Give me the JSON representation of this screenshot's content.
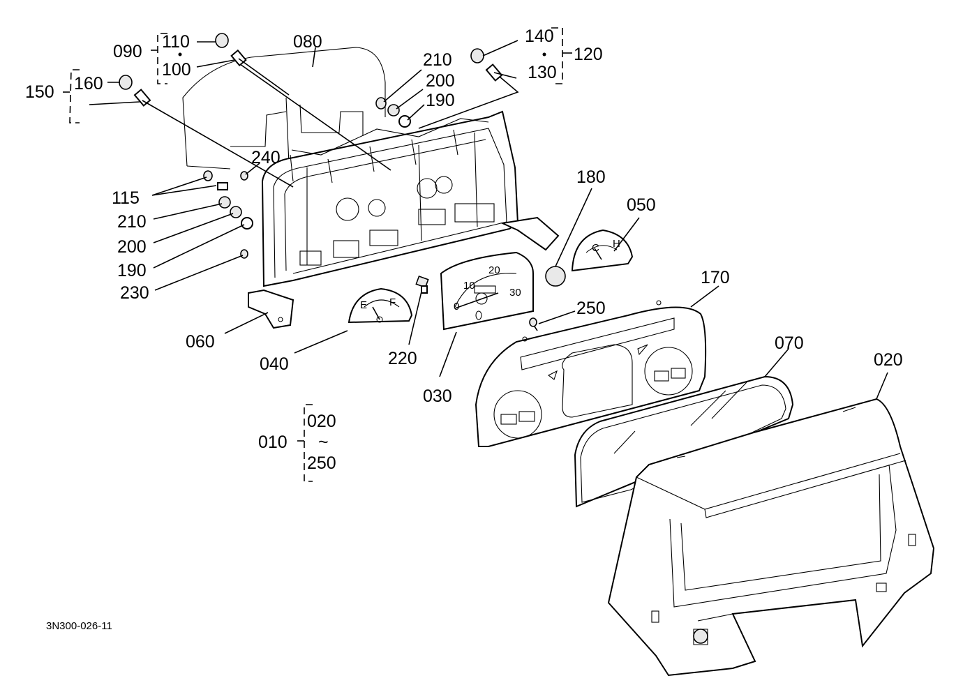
{
  "callouts": {
    "c010": "010",
    "c020a": "020",
    "c020b": "020",
    "c030": "030",
    "c040": "040",
    "c050": "050",
    "c060": "060",
    "c070": "070",
    "c080": "080",
    "c090": "090",
    "c100": "100",
    "c110": "110",
    "c115": "115",
    "c120": "120",
    "c130": "130",
    "c140": "140",
    "c150": "150",
    "c160": "160",
    "c170": "170",
    "c180": "180",
    "c190a": "190",
    "c190b": "190",
    "c200a": "200",
    "c200b": "200",
    "c210a": "210",
    "c210b": "210",
    "c220": "220",
    "c230": "230",
    "c240": "240",
    "c250a": "250",
    "c250b": "250"
  },
  "range_symbol": "~",
  "drawing_code": "3N300-026-11",
  "gauge_text": {
    "fuel_e": "E",
    "fuel_f": "F",
    "temp_c": "C",
    "temp_h": "H",
    "tach_10": "10",
    "tach_20": "20",
    "tach_30": "30",
    "tach_0": "0"
  }
}
